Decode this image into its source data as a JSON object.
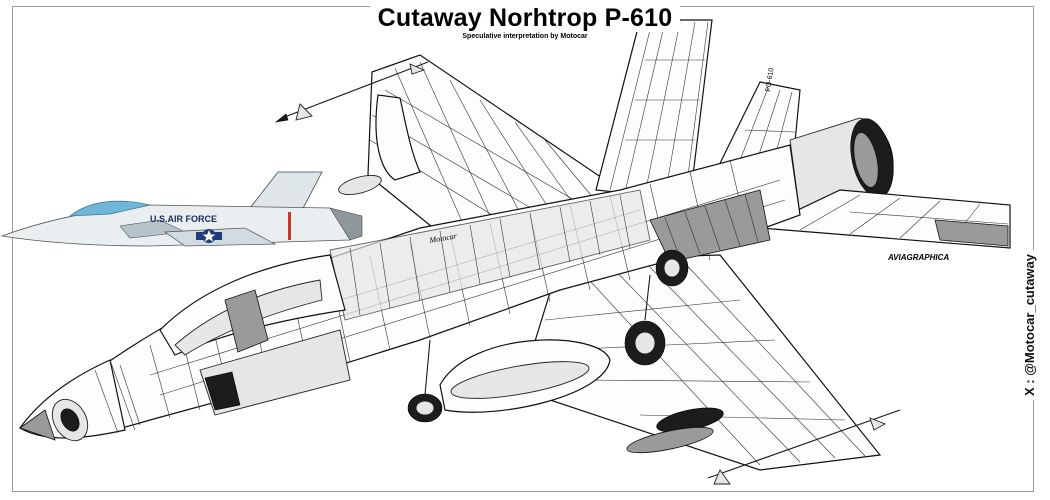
{
  "diagram": {
    "title": "Cutaway Norhtrop P-610",
    "subtitle": "Speculative interpretation by Motocar",
    "credit": "X : @Motocar_cutaway",
    "inset_marking": "U.S.AIR FORCE",
    "fuselage_label": "Motocar",
    "wing_label": "AVIAGRAPHICA",
    "fin_label": "PO-610"
  },
  "colors": {
    "background": "#ffffff",
    "frame": "#9a9a9a",
    "ink": "#111111",
    "inset_sky_blue": "#6fb6d8",
    "inset_body": "#e9eef1",
    "inset_stripe": "#c0392b",
    "insignia_blue": "#1f3d7a"
  },
  "icons": [
    "aircraft-cutaway-drawing",
    "color-aircraft-side-view",
    "usaf-roundel-icon"
  ]
}
